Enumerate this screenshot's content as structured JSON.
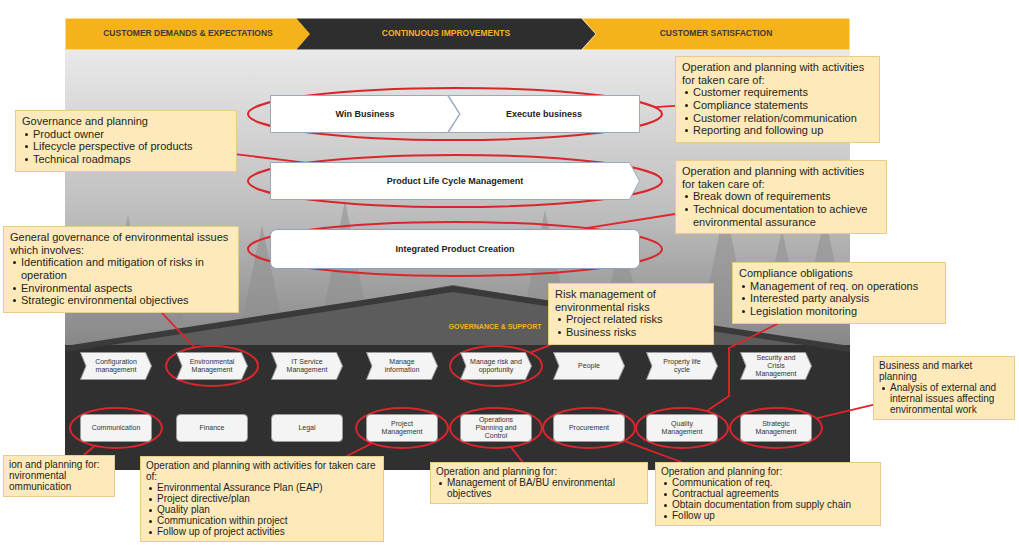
{
  "diagram": {
    "nodes": [
      {
        "text": [
          "CUSTOMER DEMANDS & EXPECTATIONS"
        ]
      },
      {
        "text": [
          "CONTINUOUS IMPROVEMENTS"
        ]
      },
      {
        "text": [
          "CUSTOMER SATISFACTION"
        ]
      },
      {
        "text": [
          "Win Business"
        ]
      },
      {
        "text": [
          "Execute business"
        ]
      },
      {
        "text": [
          "Operation and planning with activities for taken care of:",
          "Customer requirements",
          "Compliance statements",
          "Customer relation/communication",
          "Reporting and following up"
        ]
      },
      {
        "text": [
          "Governance and planning",
          "Product owner",
          "Lifecycle perspective of products",
          "Technical roadmaps"
        ]
      },
      {
        "text": [
          "Product Life Cycle Management"
        ]
      },
      {
        "text": [
          "Operation and planning with activities for taken care of:",
          "Break down of requirements",
          "Technical documentation to achieve environmental assurance"
        ]
      },
      {
        "text": [
          "Integrated Product Creation"
        ]
      },
      {
        "text": [
          "General governance of environmental issues which involves:",
          "Identification and mitigation of risks in operation",
          "Environmental aspects",
          "Strategic environmental objectives"
        ]
      },
      {
        "text": [
          "Risk management of environmental risks",
          "Project related risks",
          "Business risks"
        ]
      },
      {
        "text": [
          "Compliance obligations",
          "Management of req. on operations",
          "Interested party analysis",
          "Legislation monitoring"
        ]
      },
      {
        "text": [
          "Business and market planning",
          "Analysis of external and internal issues affecting environmental work"
        ]
      },
      {
        "text": [
          "Configuration management"
        ]
      },
      {
        "text": [
          "Environmental Management"
        ]
      },
      {
        "text": [
          "IT Service Management"
        ]
      },
      {
        "text": [
          "Manage information"
        ]
      },
      {
        "text": [
          "Manage risk and opportunity"
        ]
      },
      {
        "text": [
          "People"
        ]
      },
      {
        "text": [
          "Property life cycle"
        ]
      },
      {
        "text": [
          "Security and Crisis Management"
        ]
      },
      {
        "text": [
          "Communication"
        ]
      },
      {
        "text": [
          "Finance"
        ]
      },
      {
        "text": [
          "Legal"
        ]
      },
      {
        "text": [
          "Project Management"
        ]
      },
      {
        "text": [
          "Operations Planning and Control"
        ]
      },
      {
        "text": [
          "Procurement"
        ]
      },
      {
        "text": [
          "Quality Management"
        ]
      },
      {
        "text": [
          "Strategic Management"
        ]
      },
      {
        "text": [
          "ion and planning for:",
          "nvironmental ommunication"
        ]
      },
      {
        "text": [
          "Operation and planning with activities for taken care of:",
          "Environmental Assurance Plan (EAP)",
          "Project directive/plan",
          "Quality plan",
          "Communication within project",
          "Follow up of project activities"
        ]
      },
      {
        "text": [
          "Operation and planning for:",
          "Management of BA/BU environmental objectives"
        ]
      },
      {
        "text": [
          "Operation and planning for:",
          "Communication of req.",
          "Contractual agreements",
          "Obtain documentation from supply chain",
          "Follow up"
        ]
      }
    ],
    "edges": [
      {
        "from": 5,
        "to": 4,
        "arrow": "none"
      },
      {
        "from": 6,
        "to": 7,
        "arrow": "none"
      },
      {
        "from": 8,
        "to": 9,
        "arrow": "none"
      },
      {
        "from": 10,
        "to": 15,
        "arrow": "none"
      },
      {
        "from": 11,
        "to": 18,
        "arrow": "none"
      },
      {
        "from": 12,
        "to": 28,
        "arrow": "none"
      },
      {
        "from": 13,
        "to": 29,
        "arrow": "none"
      },
      {
        "from": 30,
        "to": 22,
        "arrow": "none"
      },
      {
        "from": 31,
        "to": 25,
        "arrow": "none"
      },
      {
        "from": 32,
        "to": 26,
        "arrow": "none"
      },
      {
        "from": 33,
        "to": 27,
        "arrow": "none"
      }
    ],
    "labels": [
      "GOVERNANCE & SUPPORT"
    ]
  }
}
